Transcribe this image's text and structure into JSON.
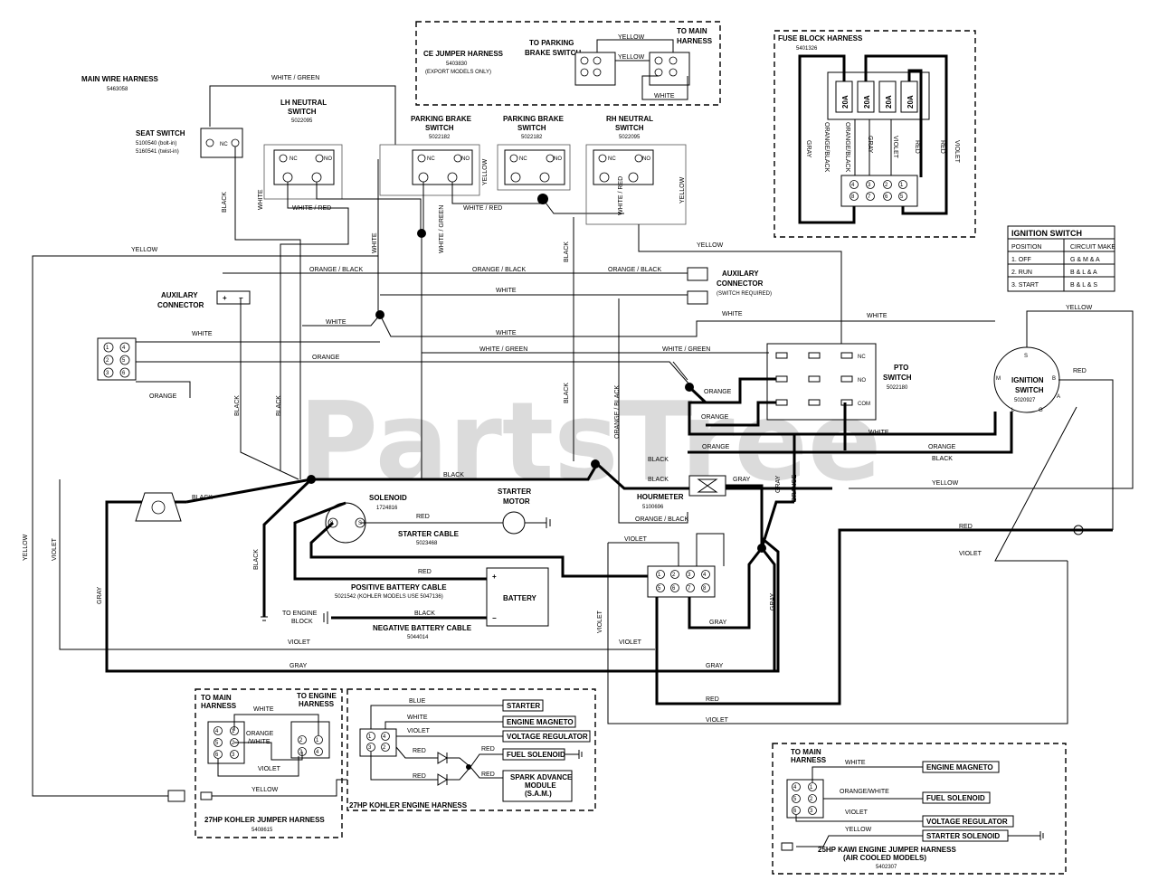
{
  "watermark": "PartsTree",
  "watermark_tm": "TM",
  "main_harness": {
    "title": "MAIN WIRE HARNESS",
    "part": "5463058"
  },
  "seat_switch": {
    "title": "SEAT SWITCH",
    "part1": "5100540 (bolt-in)",
    "part2": "5160541 (twist-in)",
    "pin": "NC"
  },
  "lh_neutral": {
    "title1": "LH NEUTRAL",
    "title2": "SWITCH",
    "part": "5022095"
  },
  "pbrake1": {
    "title1": "PARKING BRAKE",
    "title2": "SWITCH",
    "part": "5022182"
  },
  "pbrake2": {
    "title1": "PARKING BRAKE",
    "title2": "SWITCH",
    "part": "5022182"
  },
  "rh_neutral": {
    "title1": "RH NEUTRAL",
    "title2": "SWITCH",
    "part": "5022095"
  },
  "switch_pins": {
    "nc": "NC",
    "no": "NO"
  },
  "ce_jumper": {
    "title": "CE JUMPER HARNESS",
    "part": "5403830",
    "note": "(EXPORT MODELS ONLY)",
    "to_parking1": "TO PARKING",
    "to_parking2": "BRAKE SWITCH",
    "to_main1": "TO MAIN",
    "to_main2": "HARNESS",
    "w_yellow1": "YELLOW",
    "w_yellow2": "YELLOW",
    "w_white": "WHITE"
  },
  "fuse_block": {
    "title": "FUSE BLOCK HARNESS",
    "part": "5401326",
    "fuses": [
      "20A",
      "20A",
      "20A",
      "20A"
    ],
    "w_gray": "GRAY",
    "w_orange_black": "ORANGE/BLACK",
    "w_orange_black2": "ORANGE/BLACK",
    "w_gray2": "GRAY",
    "w_violet": "VIOLET",
    "w_red": "RED",
    "w_red2": "RED",
    "w_violet2": "VIOLET"
  },
  "ignition_table": {
    "title": "IGNITION SWITCH",
    "headers": [
      "POSITION",
      "CIRCUIT MAKE"
    ],
    "rows": [
      [
        "1. OFF",
        "G & M & A"
      ],
      [
        "2. RUN",
        "B & L & A"
      ],
      [
        "3. START",
        "B & L & S"
      ]
    ]
  },
  "ignition_switch": {
    "title1": "IGNITION",
    "title2": "SWITCH",
    "part": "5020927",
    "pins": [
      "S",
      "M",
      "B",
      "L",
      "G",
      "A"
    ]
  },
  "pto_switch": {
    "title1": "PTO",
    "title2": "SWITCH",
    "part": "5022180",
    "pins": [
      "NC",
      "NO",
      "COM"
    ]
  },
  "aux_connector_left": {
    "title1": "AUXILARY",
    "title2": "CONNECTOR"
  },
  "aux_connector_right": {
    "title1": "AUXILARY",
    "title2": "CONNECTOR",
    "note": "(SWITCH REQUIRED)"
  },
  "solenoid": {
    "title": "SOLENOID",
    "part": "1724816"
  },
  "starter_motor": {
    "title1": "STARTER",
    "title2": "MOTOR"
  },
  "starter_cable": {
    "title": "STARTER CABLE",
    "part": "5023468"
  },
  "pos_cable": {
    "title": "POSITIVE BATTERY CABLE",
    "part": "5021542 (KOHLER MODELS USE 5047136)"
  },
  "battery": {
    "title": "BATTERY",
    "plus": "+",
    "minus": "−"
  },
  "neg_cable": {
    "title": "NEGATIVE BATTERY CABLE",
    "part": "5044014",
    "to_engine1": "TO ENGINE",
    "to_engine2": "BLOCK"
  },
  "hourmeter": {
    "title": "HOURMETER",
    "part": "5100696"
  },
  "wires": {
    "white_green_top": "WHITE / GREEN",
    "black_seat": "BLACK",
    "white_lh": "WHITE",
    "white_red1": "WHITE / RED",
    "white_red2": "WHITE / RED",
    "white_red3": "WHITE / RED",
    "yellow_pb": "YELLOW",
    "white_green_pb": "WHITE / GREEN",
    "white_v": "WHITE",
    "black_v1": "BLACK",
    "yellow_rh": "YELLOW",
    "yellow_top": "YELLOW",
    "yellow_right": "YELLOW",
    "ob1": "ORANGE / BLACK",
    "ob2": "ORANGE / BLACK",
    "ob3": "ORANGE / BLACK",
    "white_h1": "WHITE",
    "white_h2": "WHITE",
    "white_h3": "WHITE",
    "white_h4": "WHITE",
    "white_h5": "WHITE",
    "white_h6": "WHITE",
    "white_h7": "WHITE",
    "wg1": "WHITE / GREEN",
    "wg2": "WHITE / GREEN",
    "orange1": "ORANGE",
    "orange2": "ORANGE",
    "orange3": "ORANGE",
    "orange4": "ORANGE",
    "orange5": "ORANGE",
    "orange_v": "ORANGE",
    "black1": "BLACK",
    "black2": "BLACK",
    "black3": "BLACK",
    "black4": "BLACK",
    "black5": "BLACK",
    "black6": "BLACK",
    "black_v2": "BLACK",
    "black_v3": "BLACK",
    "black_v4": "BLACK",
    "black_v5": "BLACK",
    "ob_v": "ORANGE / BLACK",
    "ob_h": "ORANGE / BLACK",
    "gray1": "GRAY",
    "gray2": "GRAY",
    "gray3": "GRAY",
    "gray4": "GRAY",
    "gray_v1": "GRAY",
    "gray_v2": "GRAY",
    "gray_v3": "GRAY",
    "red1": "RED",
    "red2": "RED",
    "red3": "RED",
    "red4": "RED",
    "red5": "RED",
    "violet1": "VIOLET",
    "violet2": "VIOLET",
    "violet3": "VIOLET",
    "violet4": "VIOLET",
    "violet5": "VIOLET",
    "violet_v1": "VIOLET",
    "violet_v2": "VIOLET",
    "yellow_v_left": "YELLOW",
    "yellow_bl": "YELLOW",
    "yellow_mid": "YELLOW"
  },
  "kohler_jumper": {
    "title": "27HP KOHLER JUMPER HARNESS",
    "part": "5408615",
    "to_main1": "TO MAIN",
    "to_main2": "HARNESS",
    "to_engine1": "TO ENGINE",
    "to_engine2": "HARNESS",
    "w_white": "WHITE",
    "w_ow1": "ORANGE",
    "w_ow2": "/WHITE",
    "w_violet": "VIOLET"
  },
  "kohler_engine": {
    "title": "27HP KOHLER ENGINE HARNESS",
    "w_blue": "BLUE",
    "w_white": "WHITE",
    "w_violet": "VIOLET",
    "w_red1": "RED",
    "w_red2": "RED",
    "w_red3": "RED",
    "w_red4": "RED",
    "starter": "STARTER",
    "magneto": "ENGINE MAGNETO",
    "regulator": "VOLTAGE REGULATOR",
    "fuel": "FUEL SOLENOID",
    "sam1": "SPARK ADVANCE",
    "sam2": "MODULE",
    "sam3": "(S.A.M.)"
  },
  "kawi_jumper": {
    "title1": "25HP KAWI ENGINE JUMPER HARNESS",
    "title2": "(AIR COOLED MODELS)",
    "part": "5402307",
    "to_main1": "TO MAIN",
    "to_main2": "HARNESS",
    "w_white": "WHITE",
    "w_ow": "ORANGE/WHITE",
    "w_violet": "VIOLET",
    "w_yellow": "YELLOW",
    "magneto": "ENGINE MAGNETO",
    "fuel": "FUEL SOLENOID",
    "regulator": "VOLTAGE REGULATOR",
    "starter": "STARTER SOLENOID"
  },
  "pins": {
    "p1": "1",
    "p2": "2",
    "p3": "3",
    "p4": "4",
    "p5": "5",
    "p6": "6",
    "p7": "7",
    "p8": "8"
  }
}
